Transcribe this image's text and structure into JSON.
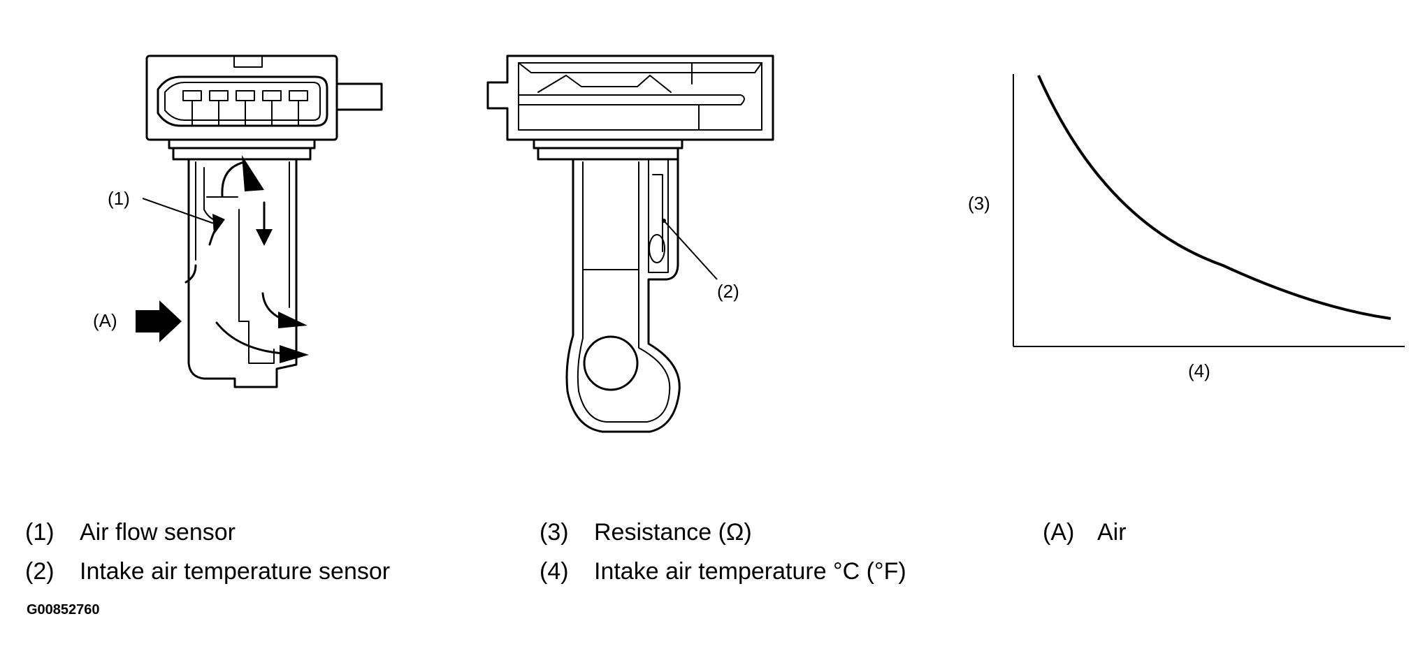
{
  "callouts": {
    "c1": "(1)",
    "c2": "(2)",
    "c3": "(3)",
    "c4": "(4)",
    "cA": "(A)"
  },
  "legend": [
    {
      "id": "(1)",
      "text": "Air flow sensor"
    },
    {
      "id": "(2)",
      "text": "Intake air temperature sensor"
    },
    {
      "id": "(3)",
      "text": "Resistance (Ω)"
    },
    {
      "id": "(4)",
      "text": "Intake air temperature °C (°F)"
    },
    {
      "id": "(A)",
      "text": "Air"
    }
  ],
  "figure_id": "G00852760",
  "colors": {
    "line": "#000000",
    "background": "#ffffff"
  }
}
